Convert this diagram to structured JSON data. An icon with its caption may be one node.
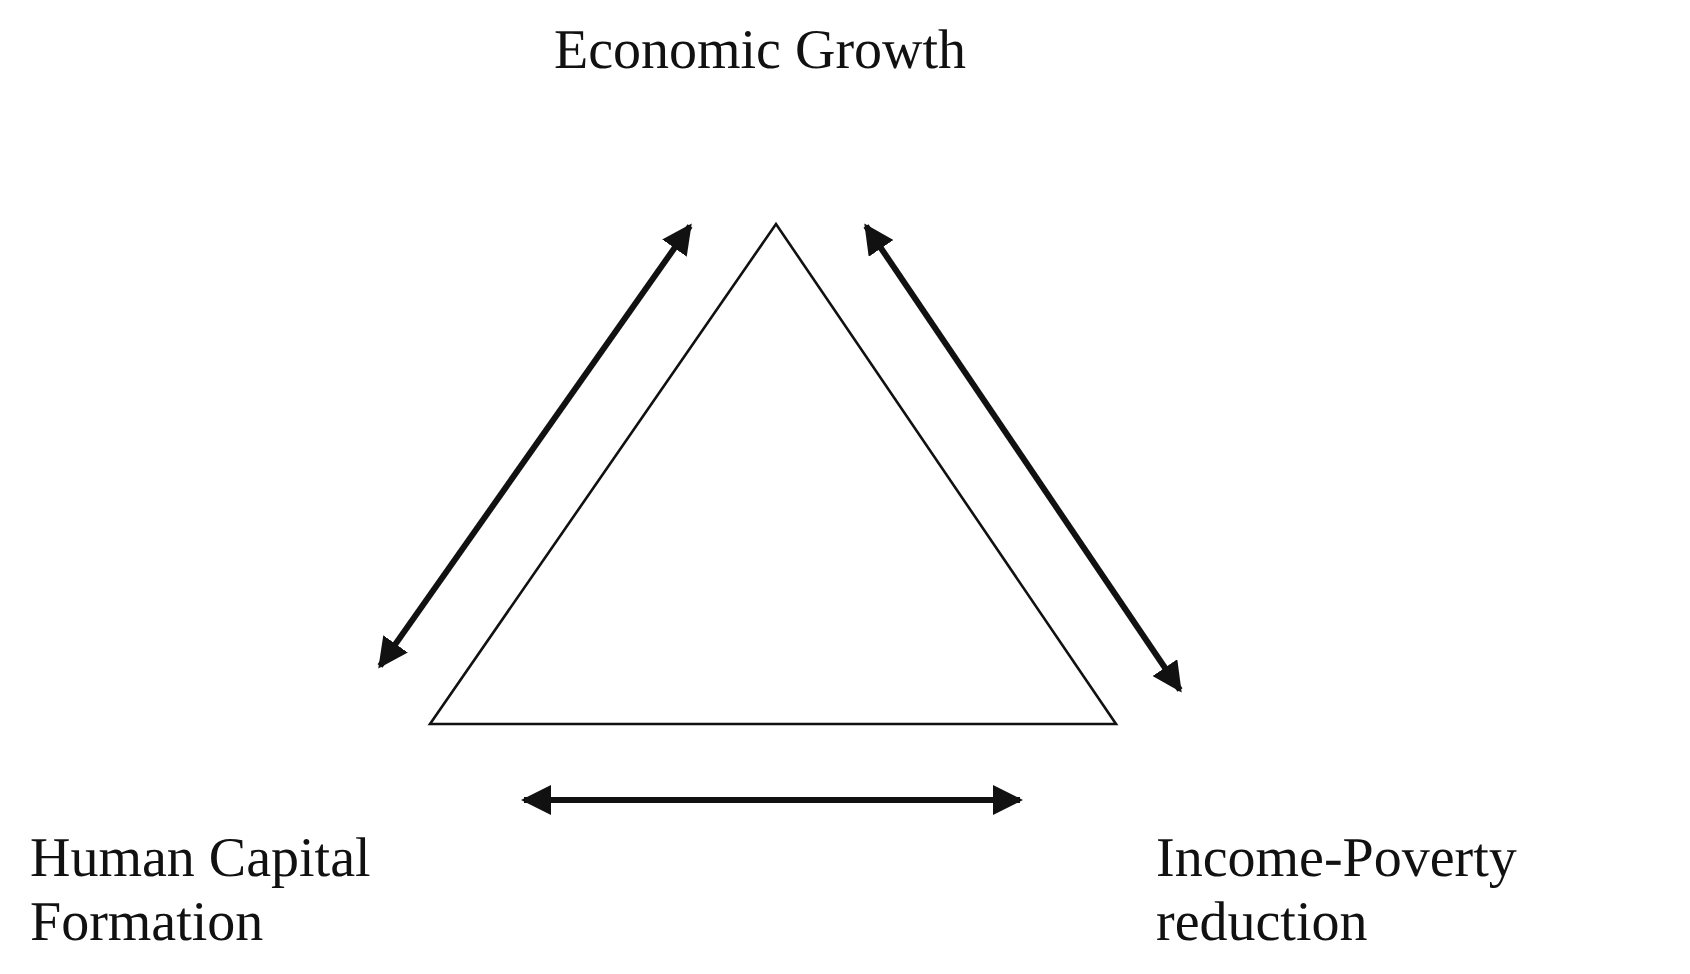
{
  "diagram": {
    "nodes": [
      {
        "text": [
          "Economic Growth"
        ]
      },
      {
        "text": [
          "Human Capital Formation"
        ]
      },
      {
        "text": [
          "Income-Poverty reduction"
        ]
      }
    ],
    "edges": [
      {
        "from": 1,
        "to": 0,
        "arrow": "both"
      },
      {
        "from": 0,
        "to": 2,
        "arrow": "both"
      },
      {
        "from": 1,
        "to": 2,
        "arrow": "both"
      }
    ]
  }
}
